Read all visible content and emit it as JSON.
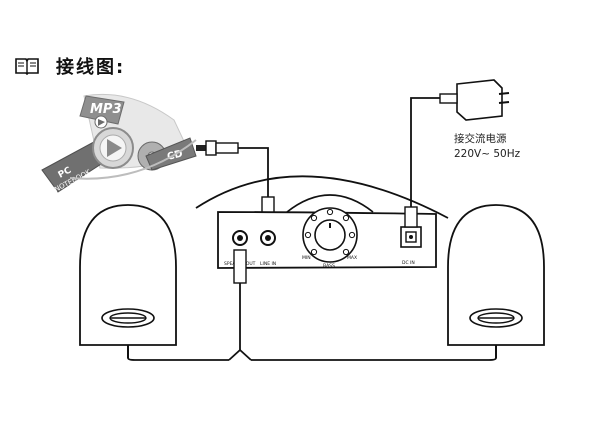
{
  "header": {
    "title": "接线图:",
    "icon": "book-icon"
  },
  "media_logos": {
    "mp3": "MP3",
    "pc_line1": "PC",
    "pc_line2": "NOTEBOOK",
    "cd": "CD"
  },
  "main_unit": {
    "jack_left_label": "SPEAKER OUT",
    "jack_line_in_label": "LINE IN",
    "knob_min": "MIN",
    "knob_max": "MAX",
    "knob_label": "BASS",
    "dc_in_label": "DC IN"
  },
  "power": {
    "line1": "接交流电源",
    "line2": "220V~ 50Hz"
  },
  "colors": {
    "ink": "#111111",
    "logo_gray": "#9a9a9a",
    "background": "#ffffff"
  }
}
